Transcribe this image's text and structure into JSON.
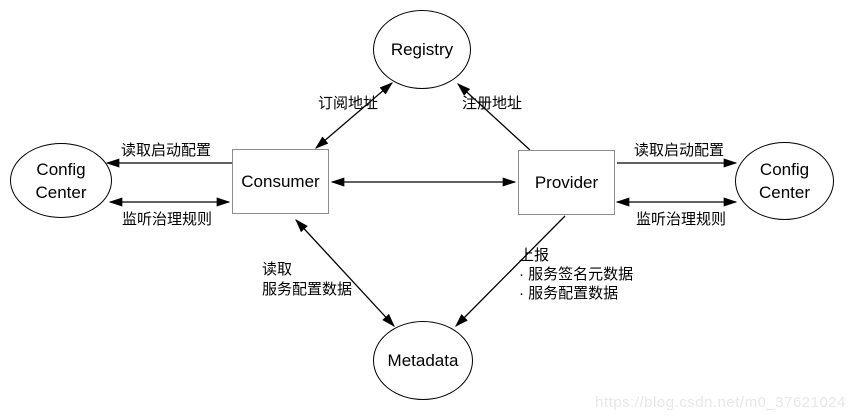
{
  "diagram": {
    "nodes": {
      "registry": {
        "label": "Registry",
        "shape": "ellipse"
      },
      "consumer": {
        "label": "Consumer",
        "shape": "rect"
      },
      "provider": {
        "label": "Provider",
        "shape": "rect"
      },
      "config_left": {
        "label": "Config\nCenter",
        "shape": "ellipse"
      },
      "config_right": {
        "label": "Config\nCenter",
        "shape": "ellipse"
      },
      "metadata": {
        "label": "Metadata",
        "shape": "ellipse"
      }
    },
    "edge_labels": {
      "subscribe": "订阅地址",
      "register": "注册地址",
      "read_boot_left": "读取启动配置",
      "listen_rules_left": "监听治理规则",
      "read_boot_right": "读取启动配置",
      "listen_rules_right": "监听治理规则",
      "read_service_config": "读取\n服务配置数据",
      "report": "上报\n· 服务签名元数据\n· 服务配置数据"
    },
    "colors": {
      "line": "#000000",
      "ellipse_border": "#000000",
      "rect_border": "#8c8c8c",
      "text": "#000000",
      "watermark": "#e7e7e7",
      "background": "#ffffff"
    }
  },
  "watermark": {
    "text": "https://blog.csdn.net/m0_37621024"
  }
}
